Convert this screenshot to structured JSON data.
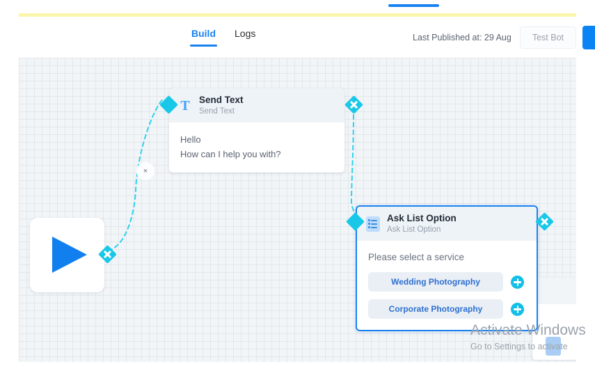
{
  "header": {
    "tabs": [
      {
        "label": "Build",
        "active": true
      },
      {
        "label": "Logs",
        "active": false
      }
    ],
    "published_text": "Last Published at: 29 Aug",
    "test_bot_label": "Test Bot"
  },
  "canvas": {
    "start_node": {
      "icon": "play-icon"
    },
    "edge_delete_label": "×",
    "nodes": [
      {
        "id": "send-text",
        "icon": "text-icon",
        "title": "Send Text",
        "subtitle": "Send Text",
        "messages": [
          "Hello",
          "How can I help you with?"
        ],
        "selected": false
      },
      {
        "id": "ask-list-option",
        "icon": "checklist-icon",
        "title": "Ask List Option",
        "subtitle": "Ask List Option",
        "prompt": "Please select a service",
        "options": [
          "Wedding Photography",
          "Corporate Photography"
        ],
        "selected": true
      }
    ]
  },
  "watermark": {
    "line1": "Activate Windows",
    "line2": "Go to Settings to activate"
  },
  "colors": {
    "accent_blue": "#1a82f0",
    "connector_cyan": "#19c8e8",
    "node_header": "#eef3f7",
    "option_bg": "#e9eff5",
    "option_text": "#2e6fd1",
    "yellow_bar": "#fcf6ac"
  }
}
